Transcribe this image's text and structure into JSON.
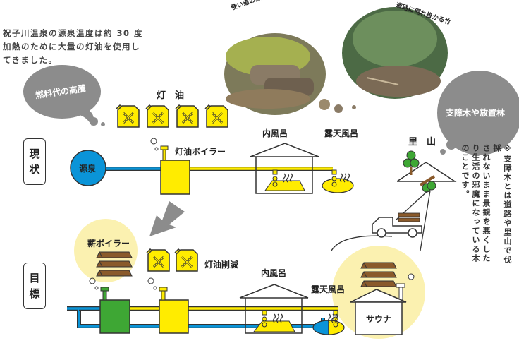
{
  "intro": {
    "lines": [
      "祝子川温泉の源泉温度は約 30 度",
      "加熱のために大量の灯油を使用し",
      "てきました。"
    ]
  },
  "bubbles": {
    "fuel_cost": "燃料代の高騰",
    "obstacle_trees": "支障木や放置林",
    "photo1_caption": "使い道の無い放置された木",
    "photo2_caption": "道路に倒れ掛かる竹"
  },
  "current": {
    "section_label": [
      "現",
      "状"
    ],
    "kerosene_label": "灯　油",
    "kerosene_cans": 4,
    "source_label": "源泉",
    "boiler_label": "灯油ボイラー",
    "indoor_bath": "内風呂",
    "outdoor_bath": "露天風呂"
  },
  "satoyama": {
    "label": "里　山"
  },
  "note": {
    "lines": [
      "※支障木とは道路や里山で伐採",
      "されないまま景観を悪くした",
      "り生活の邪魔になっている木",
      "のことです。"
    ]
  },
  "target": {
    "section_label": [
      "目",
      "標"
    ],
    "wood_boiler_label": "薪ボイラー",
    "kerosene_reduction": "灯油削減",
    "kerosene_cans": 2,
    "indoor_bath": "内風呂",
    "outdoor_bath": "露天風呂",
    "sauna": "サウナ"
  },
  "colors": {
    "yellow": "#ffec00",
    "blue": "#0a94d8",
    "green": "#3ea734",
    "gray": "#8c8c8c",
    "pale_yellow": "#fbf1b0",
    "wood": "#8a5a2b"
  }
}
